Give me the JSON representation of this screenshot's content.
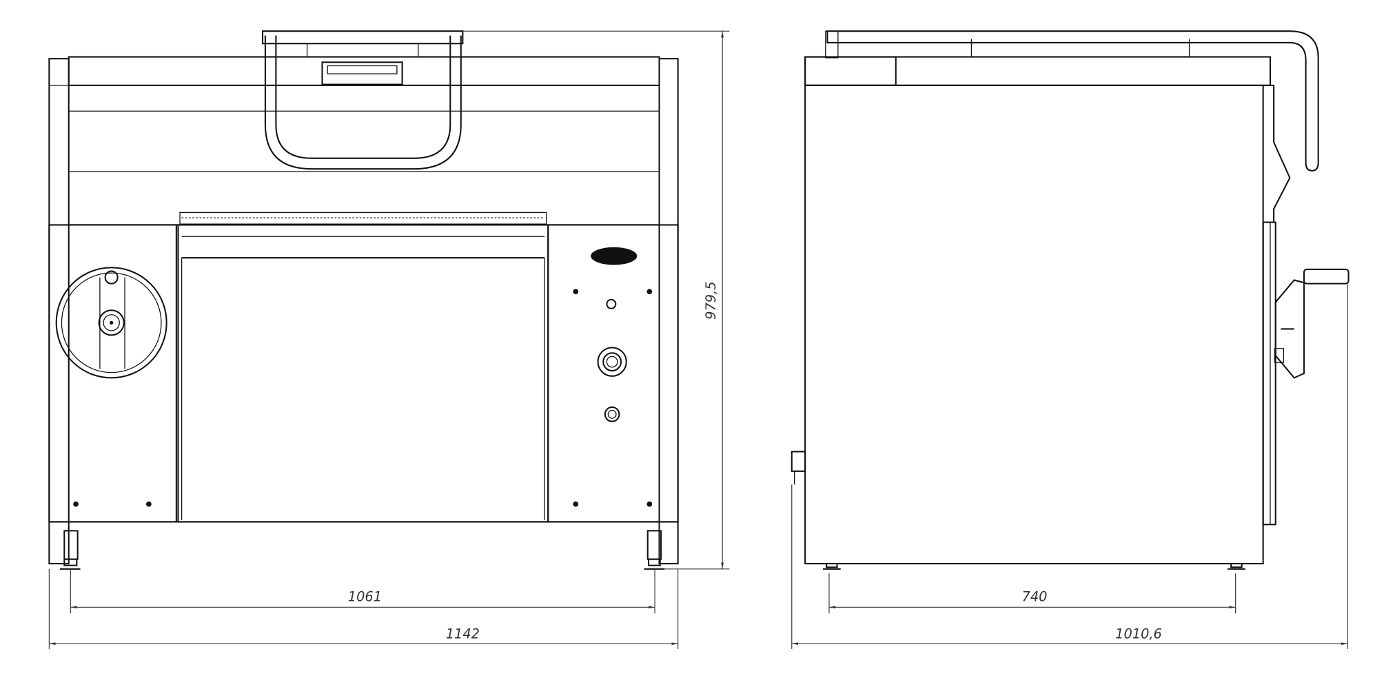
{
  "drawing": {
    "front_view": {
      "dimensions": {
        "feet_span": "1061",
        "overall_width": "1142",
        "overall_height": "979,5"
      }
    },
    "side_view": {
      "dimensions": {
        "feet_span": "740",
        "overall_depth": "1010,6"
      }
    },
    "colors": {
      "line": "#111111",
      "background": "#ffffff"
    }
  }
}
